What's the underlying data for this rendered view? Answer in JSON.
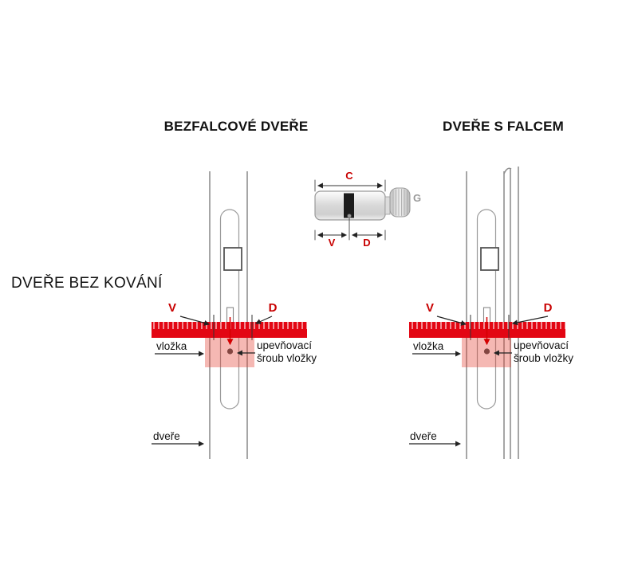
{
  "titles": {
    "left": "BEZFALCOVÉ DVEŘE",
    "right": "DVEŘE S FALCEM",
    "side": "DVEŘE BEZ KOVÁNÍ"
  },
  "cylinder_diagram": {
    "dim_c": "C",
    "dim_v": "V",
    "dim_d": "D",
    "dim_g": "G"
  },
  "left_diagram": {
    "dim_v": "V",
    "dim_d": "D",
    "label_cylinder": "vložka",
    "label_screw_line1": "upevňovací",
    "label_screw_line2": "šroub vložky",
    "label_door": "dveře"
  },
  "right_diagram": {
    "dim_v": "V",
    "dim_d": "D",
    "label_cylinder": "vložka",
    "label_screw_line1": "upevňovací",
    "label_screw_line2": "šroub vložky",
    "label_door": "dveře"
  },
  "colors": {
    "dimension_red": "#c80000",
    "ruler_red": "#e30613",
    "highlight_pink": "rgba(226,58,44,0.36)",
    "line_gray": "#909090",
    "text_black": "#111111",
    "g_label_gray": "#9a9a9a"
  }
}
